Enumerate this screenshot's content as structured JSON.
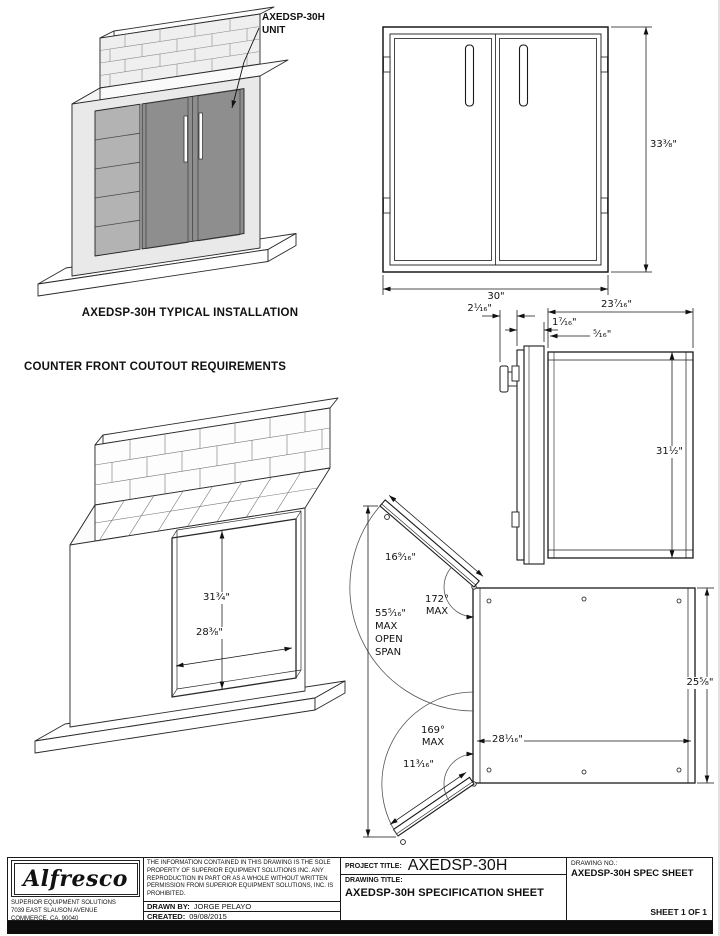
{
  "installation_view": {
    "unit_label": "AXEDSP-30H\nUNIT",
    "caption": "AXEDSP-30H TYPICAL INSTALLATION"
  },
  "cutout_view": {
    "heading": "COUNTER FRONT COUTOUT REQUIREMENTS",
    "opening_height": "31³⁄₄\"",
    "opening_width": "28³⁄₈\""
  },
  "front_view": {
    "height": "33³⁄₈\"",
    "width": "30\""
  },
  "side_view": {
    "handle_depth": "2¹⁄₁₆\"",
    "door_thickness": "1⁷⁄₁₆\"",
    "panel_gap": "⁵⁄₁₆\"",
    "body_depth": "23⁷⁄₁₆\"",
    "body_height": "31¹⁄₂\""
  },
  "swing_view": {
    "left_door_width": "16⁹⁄₁₆\"",
    "left_door_angle": "172°\nMAX",
    "open_span": "55⁵⁄₁₆\"\nMAX\nOPEN\nSPAN",
    "right_door_angle": "169°\nMAX",
    "right_door_width": "11³⁄₁₆\"",
    "body_depth": "25⁵⁄₈\"",
    "body_width": "28¹⁄₁₆\""
  },
  "title_block": {
    "logo": "Alfresco",
    "company_lines": "SUPERIOR EQUIPMENT SOLUTIONS\n7039 EAST SLAUSON AVENUE\nCOMMERCE, CA. 90040",
    "disclaimer": "THE INFORMATION CONTAINED IN THIS DRAWING IS THE SOLE PROPERTY OF SUPERIOR EQUIPMENT SOLUTIONS INC. ANY REPRODUCTION IN PART OR AS A WHOLE WITHOUT WRITTEN PERMISSION FROM SUPERIOR EQUIPMENT SOLUTIONS, INC. IS PROHIBITED.",
    "drawn_by_label": "DRAWN BY:",
    "drawn_by": "JORGE PELAYO",
    "created_label": "CREATED:",
    "created": "09/08/2015",
    "project_title_label": "PROJECT TITLE:",
    "project_title": "AXEDSP-30H",
    "drawing_title_label": "DRAWING TITLE:",
    "drawing_title": "AXEDSP-30H SPECIFICATION SHEET",
    "drawing_no_label": "DRAWING NO.:",
    "drawing_no": "AXEDSP-30H SPEC SHEET",
    "sheet": "SHEET 1 OF 1"
  }
}
